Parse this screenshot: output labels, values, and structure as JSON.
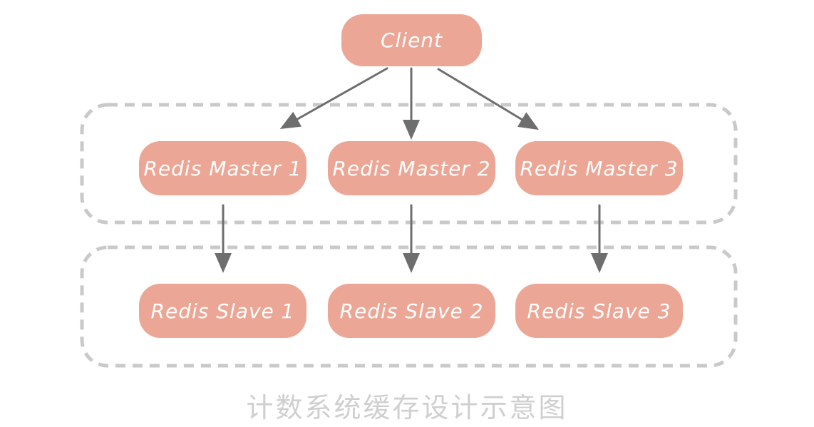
{
  "diagram": {
    "caption": "计数系统缓存设计示意图",
    "client": {
      "label": "Client"
    },
    "masters": [
      {
        "label": "Redis Master 1"
      },
      {
        "label": "Redis Master 2"
      },
      {
        "label": "Redis Master 3"
      }
    ],
    "slaves": [
      {
        "label": "Redis Slave 1"
      },
      {
        "label": "Redis Slave 2"
      },
      {
        "label": "Redis Slave 3"
      }
    ],
    "edges": [
      {
        "from": "client",
        "to": "redis-master-1"
      },
      {
        "from": "client",
        "to": "redis-master-2"
      },
      {
        "from": "client",
        "to": "redis-master-3"
      },
      {
        "from": "redis-master-1",
        "to": "redis-slave-1"
      },
      {
        "from": "redis-master-2",
        "to": "redis-slave-2"
      },
      {
        "from": "redis-master-3",
        "to": "redis-slave-3"
      }
    ],
    "colors": {
      "background": "#ffffff",
      "node_fill": "#eca695",
      "node_text": "#ffffff",
      "arrow": "#6e6e6e",
      "group_border": "#c9c9c9",
      "caption_text": "#cfcfcf"
    }
  }
}
